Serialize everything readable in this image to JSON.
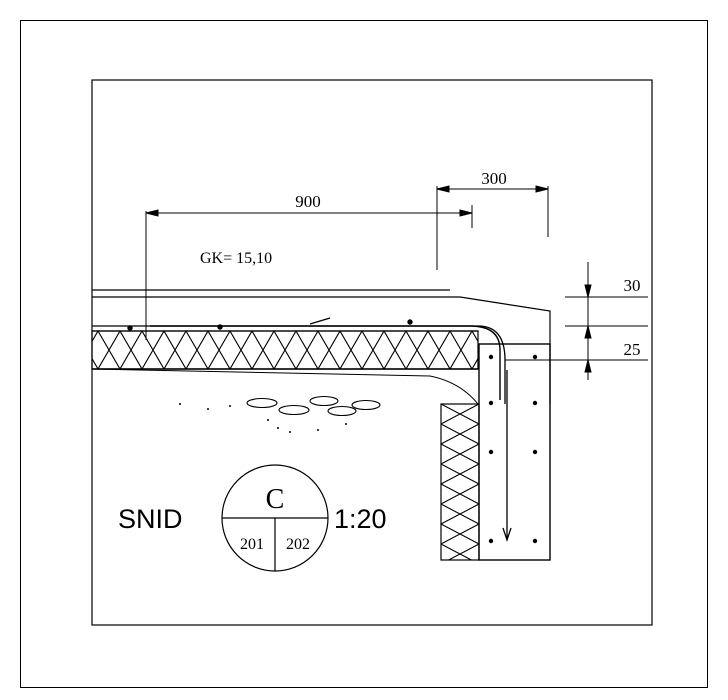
{
  "dimensions": {
    "span": "900",
    "overhang": "300",
    "top_layer": "30",
    "second_layer": "25"
  },
  "level": "GK= 15,10",
  "section": {
    "title": "SNID",
    "letter": "C",
    "sheet_left": "201",
    "sheet_right": "202",
    "scale": "1:20"
  }
}
